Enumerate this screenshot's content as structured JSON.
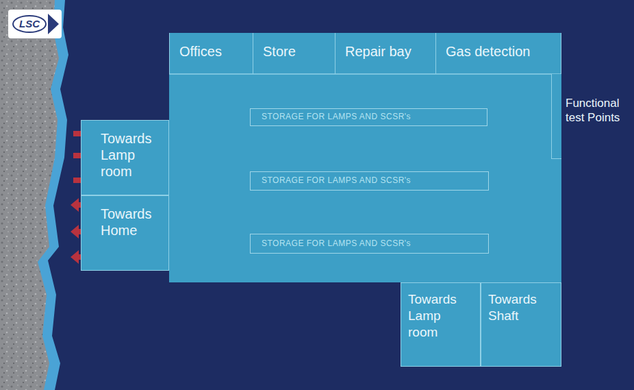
{
  "diagram": {
    "nodes": [
      {
        "text": [
          "LSC"
        ]
      },
      {
        "text": [
          "Offices"
        ]
      },
      {
        "text": [
          "Store"
        ]
      },
      {
        "text": [
          "Repair bay"
        ]
      },
      {
        "text": [
          "Gas detection"
        ]
      },
      {
        "text": [
          "Functional test Points"
        ]
      },
      {
        "text": [
          "STORAGE FOR LAMPS AND SCSR's"
        ]
      },
      {
        "text": [
          "Towards Lamp room"
        ]
      },
      {
        "text": [
          "STORAGE FOR LAMPS AND SCSR's"
        ]
      },
      {
        "text": [
          "Towards Home"
        ]
      },
      {
        "text": [
          "STORAGE FOR LAMPS AND SCSR's"
        ]
      },
      {
        "text": [
          "Towards Lamp room"
        ]
      },
      {
        "text": [
          "Towards Shaft"
        ]
      }
    ]
  }
}
